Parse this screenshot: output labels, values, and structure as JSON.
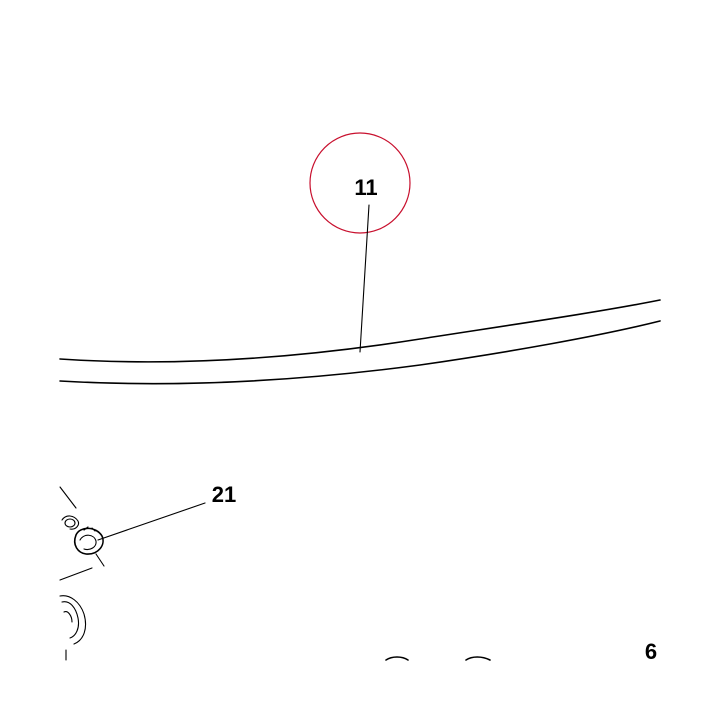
{
  "diagram": {
    "callouts": {
      "hose": "11",
      "clamp": "21",
      "page_number": "6"
    },
    "highlight_color": "#c8102e"
  }
}
